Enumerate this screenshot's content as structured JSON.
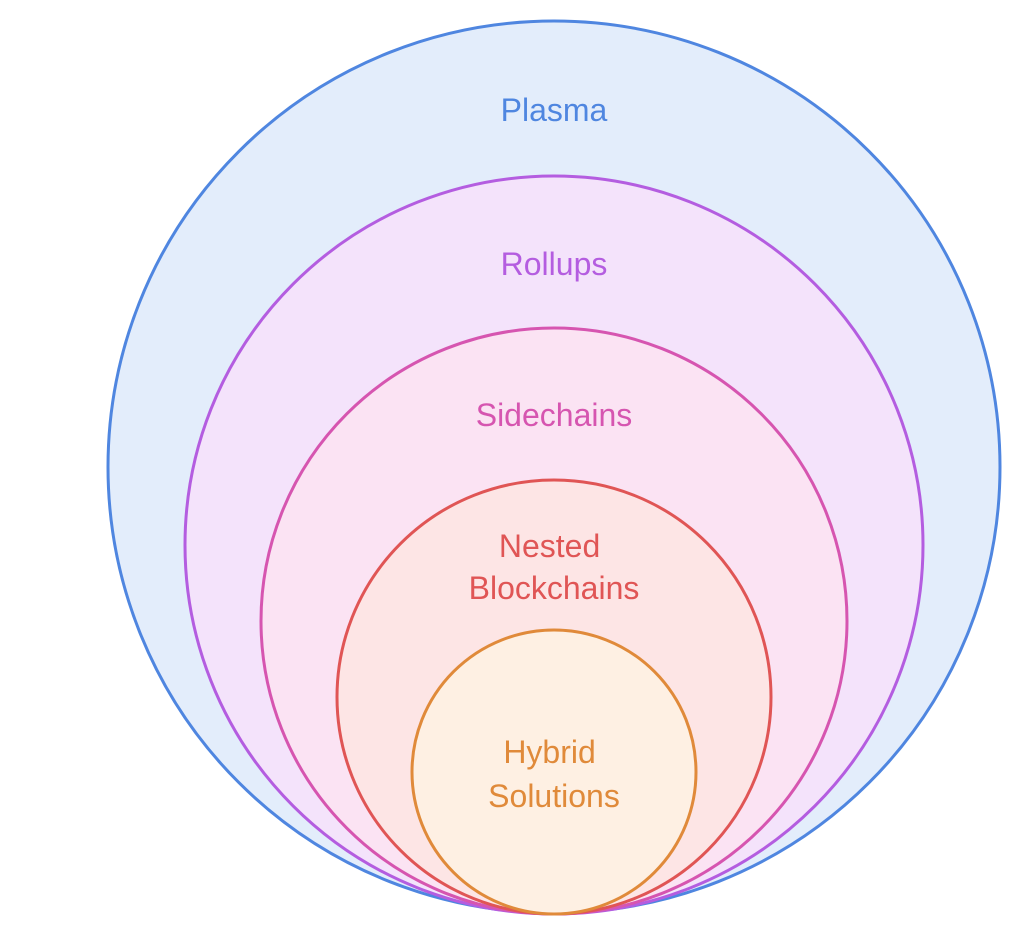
{
  "diagram": {
    "type": "nested-circles",
    "layers": [
      {
        "label_lines": [
          "Plasma"
        ],
        "stroke": "#4f86e0",
        "fill": "#e3edfb",
        "text_color": "#4f86e0"
      },
      {
        "label_lines": [
          "Rollups"
        ],
        "stroke": "#b45de0",
        "fill": "#f4e3fb",
        "text_color": "#b45de0"
      },
      {
        "label_lines": [
          "Sidechains"
        ],
        "stroke": "#d655b0",
        "fill": "#fbe3f3",
        "text_color": "#d655b0"
      },
      {
        "label_lines": [
          "Nested",
          "Blockchains"
        ],
        "stroke": "#e05555",
        "fill": "#fde5e5",
        "text_color": "#e05555"
      },
      {
        "label_lines": [
          "Hybrid",
          "Solutions"
        ],
        "stroke": "#e08a3a",
        "fill": "#fef0e3",
        "text_color": "#e08a3a"
      }
    ]
  }
}
